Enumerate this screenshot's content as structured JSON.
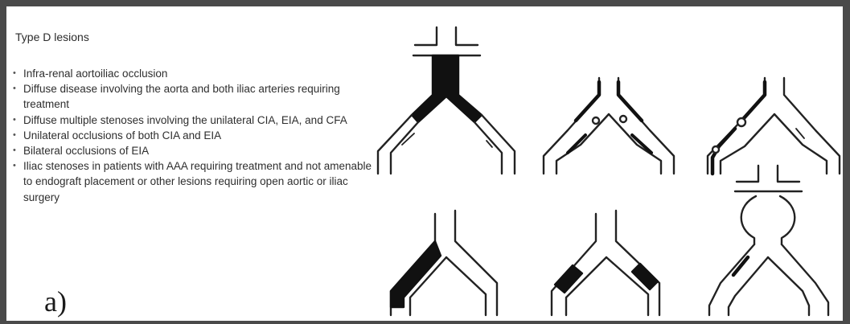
{
  "heading": "Type D lesions",
  "lesions": [
    "Infra-renal aortoiliac occlusion",
    "Diffuse disease involving the aorta and both iliac arteries requiring treatment",
    "Diffuse multiple stenoses involving the unilateral CIA, EIA, and CFA",
    "Unilateral occlusions of both CIA and EIA",
    "Bilateral occlusions of EIA",
    "Iliac stenoses in patients with AAA requiring treatment and not amenable to endograft placement or other lesions requiring open aortic or iliac surgery"
  ],
  "panel_label": "a)",
  "colors": {
    "frame": "#4a4a4a",
    "vessel_line": "#222222",
    "lesion_fill": "#111111",
    "text": "#2e2e2e"
  }
}
